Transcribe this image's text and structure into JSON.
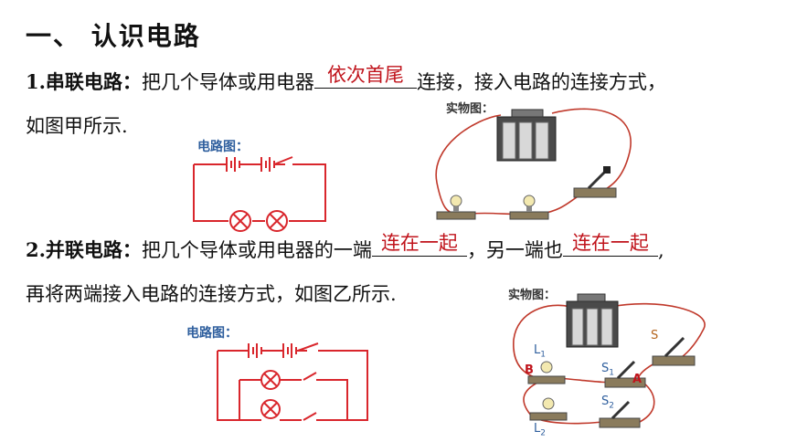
{
  "heading": "一、 认识电路",
  "series": {
    "label": "1.串联电路：",
    "text_before": "把几个导体或用电器",
    "answer": "依次首尾",
    "text_after": "连接，接入电路的连接方式，",
    "line2": "如图甲所示."
  },
  "parallel": {
    "label": "2.并联电路：",
    "text_before": "把几个导体或用电器的一端",
    "answer1": "连在一起",
    "text_mid": "，另一端也",
    "answer2": "连在一起",
    "text_end": ",",
    "line2": "再将两端接入电路的连接方式，如图乙所示."
  },
  "diagram_caption_1": "电路图：",
  "photo_caption_1": "实物图：",
  "diagram_caption_2": "电路图：",
  "photo_caption_2": "实物图：",
  "photo2_labels": {
    "S": "S",
    "L1": "L",
    "L1_sub": "1",
    "L2": "L",
    "L2_sub": "2",
    "S1": "S",
    "S1_sub": "1",
    "S2": "S",
    "S2_sub": "2",
    "A": "A",
    "B": "B"
  },
  "colors": {
    "answer": "#c0141c",
    "circuit": "#d9262c",
    "caption": "#2f5f9e",
    "wire": "#c0392b"
  }
}
